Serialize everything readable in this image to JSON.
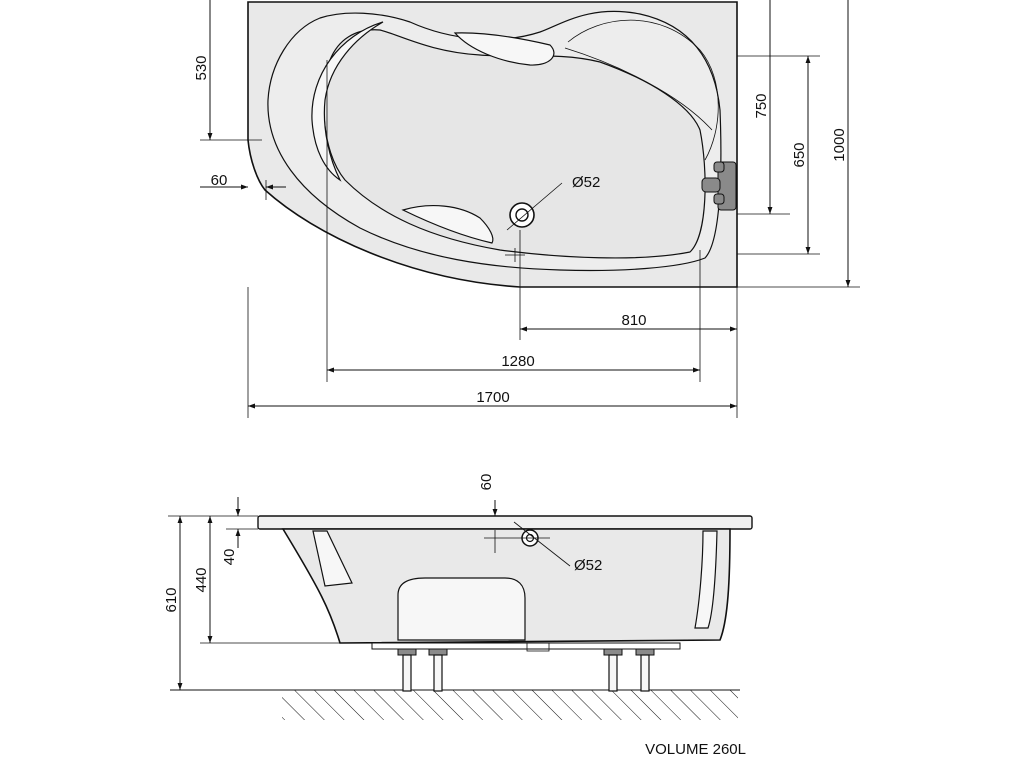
{
  "plan_view": {
    "dim_1700": "1700",
    "dim_1280": "1280",
    "dim_810": "810",
    "dim_530": "530",
    "dim_60": "60",
    "dim_750": "750",
    "dim_650": "650",
    "dim_1000": "1000",
    "drain_label": "Ø52"
  },
  "side_view": {
    "dim_610": "610",
    "dim_440": "440",
    "dim_40": "40",
    "dim_60": "60",
    "overflow_label": "Ø52"
  },
  "footer": {
    "volume": "VOLUME 260L"
  }
}
